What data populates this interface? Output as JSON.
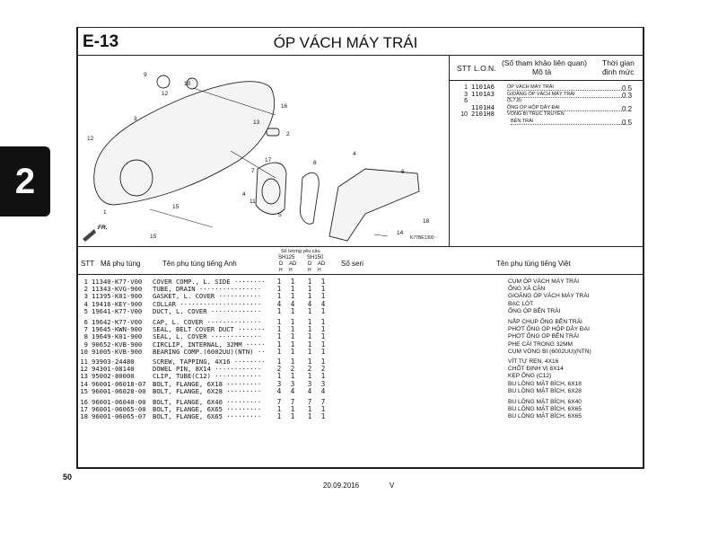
{
  "section_tab": "2",
  "header": {
    "code": "E-13",
    "title": "ÓP VÁCH MÁY TRÁI"
  },
  "diagram": {
    "callouts": [
      "9",
      "10",
      "12",
      "3",
      "16",
      "13",
      "2",
      "12",
      "17",
      "1",
      "15",
      "4",
      "11",
      "7",
      "5",
      "8",
      "4",
      "6",
      "18",
      "14",
      "15"
    ],
    "front_label": "FR.",
    "ref_code": "K77BE1300"
  },
  "labor": {
    "headers": {
      "stt": "STT",
      "lon": "L.O.N.",
      "desc": "(Số tham khảo liên quan)",
      "desc2": "Mô tả",
      "time": "Thời gian",
      "time2": "định mức"
    },
    "rows": [
      {
        "stt": "1",
        "lon": "1101A6",
        "desc": "ÓP VÁCH MÁY TRÁI",
        "time": "0.5"
      },
      {
        "stt": "3",
        "lon": "1101A3",
        "desc": "GIOĂNG ÓP VÁCH MÁY TRÁI",
        "time": "0.3"
      },
      {
        "stt": "6",
        "lon": "",
        "desc": "(5,7,8)",
        "time": ""
      },
      {
        "stt": "",
        "lon": "1101H4",
        "desc": "ỐNG ÓP HỘP DÂY ĐAI",
        "time": "0.2"
      },
      {
        "stt": "10",
        "lon": "2101H8",
        "desc": "VÒNG BI TRỤC TRUYỀN",
        "time": ""
      },
      {
        "stt": "",
        "lon": "",
        "desc": "BÊN TRÁI",
        "time": "0.5"
      }
    ]
  },
  "table": {
    "headers": {
      "stt": "STT",
      "part_no": "Mã phụ tùng",
      "name_en": "Tên phụ tùng tiếng Anh",
      "qty": "Số lượng yêu cầu",
      "m1": "SH125",
      "m2": "SH150",
      "d": "D",
      "ad": "AD",
      "h": "H",
      "serial": "Số seri",
      "name_vn": "Tên phụ tùng tiếng Việt"
    },
    "groups": [
      [
        {
          "stt": "1",
          "part": "11340-K77-V00",
          "en": "COVER COMP., L. SIDE ········",
          "q": [
            "1",
            "1",
            "1",
            "1"
          ],
          "vn": "CỤM ÓP VÁCH MÁY TRÁI"
        },
        {
          "stt": "2",
          "part": "11343-KVG-900",
          "en": "TUBE, DRAIN ················",
          "q": [
            "1",
            "1",
            "1",
            "1"
          ],
          "vn": "ỐNG XẢ CẶN"
        },
        {
          "stt": "3",
          "part": "11395-K01-900",
          "en": "GASKET, L. COVER ···········",
          "q": [
            "1",
            "1",
            "1",
            "1"
          ],
          "vn": "GIOĂNG ÓP VÁCH MÁY TRÁI"
        },
        {
          "stt": "4",
          "part": "19416-KEY-900",
          "en": "COLLAR ·····················",
          "q": [
            "4",
            "4",
            "4",
            "4"
          ],
          "vn": "BẠC LÓT"
        },
        {
          "stt": "5",
          "part": "19641-K77-V00",
          "en": "DUCT, L. COVER ·············",
          "q": [
            "1",
            "1",
            "1",
            "1"
          ],
          "vn": "ỐNG ÓP BÊN TRÁI"
        }
      ],
      [
        {
          "stt": "6",
          "part": "19642-K77-V00",
          "en": "CAP, L. COVER ··············",
          "q": [
            "1",
            "1",
            "1",
            "1"
          ],
          "vn": "NẮP CHỤP ỐNG BÊN TRÁI"
        },
        {
          "stt": "7",
          "part": "19645-KWN-900",
          "en": "SEAL, BELT COVER DUCT ·······",
          "q": [
            "1",
            "1",
            "1",
            "1"
          ],
          "vn": "PHỚT ỐNG ÓP HỘP DÂY ĐAI"
        },
        {
          "stt": "8",
          "part": "19649-K01-900",
          "en": "SEAL, L. COVER ·············",
          "q": [
            "1",
            "1",
            "1",
            "1"
          ],
          "vn": "PHỚT ỐNG ÓP BÊN TRÁI"
        },
        {
          "stt": "9",
          "part": "90652-KVB-900",
          "en": "CIRCLIP, INTERNAL, 32MM ·····",
          "q": [
            "1",
            "1",
            "1",
            "1"
          ],
          "vn": "PHE CÀI TRONG 32MM"
        },
        {
          "stt": "10",
          "part": "91005-KVB-900",
          "en": "BEARING COMP.(6002UU)(NTN) ··",
          "q": [
            "1",
            "1",
            "1",
            "1"
          ],
          "vn": "CỤM VÒNG BI (6002UU)(NTN)"
        }
      ],
      [
        {
          "stt": "11",
          "part": "93903-24480",
          "en": "SCREW, TAPPING, 4X16 ········",
          "q": [
            "1",
            "1",
            "1",
            "1"
          ],
          "vn": "VÍT TỰ REN, 4X16"
        },
        {
          "stt": "12",
          "part": "94301-08140",
          "en": "DOWEL PIN, 8X14 ············",
          "q": [
            "2",
            "2",
            "2",
            "2"
          ],
          "vn": "CHỐT ĐỊNH VỊ 8X14"
        },
        {
          "stt": "13",
          "part": "95002-80000",
          "en": "CLIP, TUBE(C12) ············",
          "q": [
            "1",
            "1",
            "1",
            "1"
          ],
          "vn": "KẸP ỐNG (C12)"
        },
        {
          "stt": "14",
          "part": "96001-06018-07",
          "en": "BOLT, FLANGE, 6X18 ·········",
          "q": [
            "3",
            "3",
            "3",
            "3"
          ],
          "vn": "BU LÔNG MẶT BÍCH, 6X18"
        },
        {
          "stt": "15",
          "part": "96001-06028-00",
          "en": "BOLT, FLANGE, 6X28 ·········",
          "q": [
            "4",
            "4",
            "4",
            "4"
          ],
          "vn": "BU LÔNG MẶT BÍCH, 6X28"
        }
      ],
      [
        {
          "stt": "16",
          "part": "96001-06040-00",
          "en": "BOLT, FLANGE, 6X40 ·········",
          "q": [
            "7",
            "7",
            "7",
            "7"
          ],
          "vn": "BU LÔNG MẶT BÍCH, 6X40"
        },
        {
          "stt": "17",
          "part": "96001-06065-00",
          "en": "BOLT, FLANGE, 6X65 ·········",
          "q": [
            "1",
            "1",
            "1",
            "1"
          ],
          "vn": "BU LÔNG MẶT BÍCH, 6X65"
        },
        {
          "stt": "18",
          "part": "96001-06065-07",
          "en": "BOLT, FLANGE, 6X65 ·········",
          "q": [
            "1",
            "1",
            "1",
            "1"
          ],
          "vn": "BU LÔNG MẶT BÍCH, 6X65"
        }
      ]
    ]
  },
  "footer": {
    "page": "50",
    "date": "20.09.2016",
    "version": "V"
  }
}
